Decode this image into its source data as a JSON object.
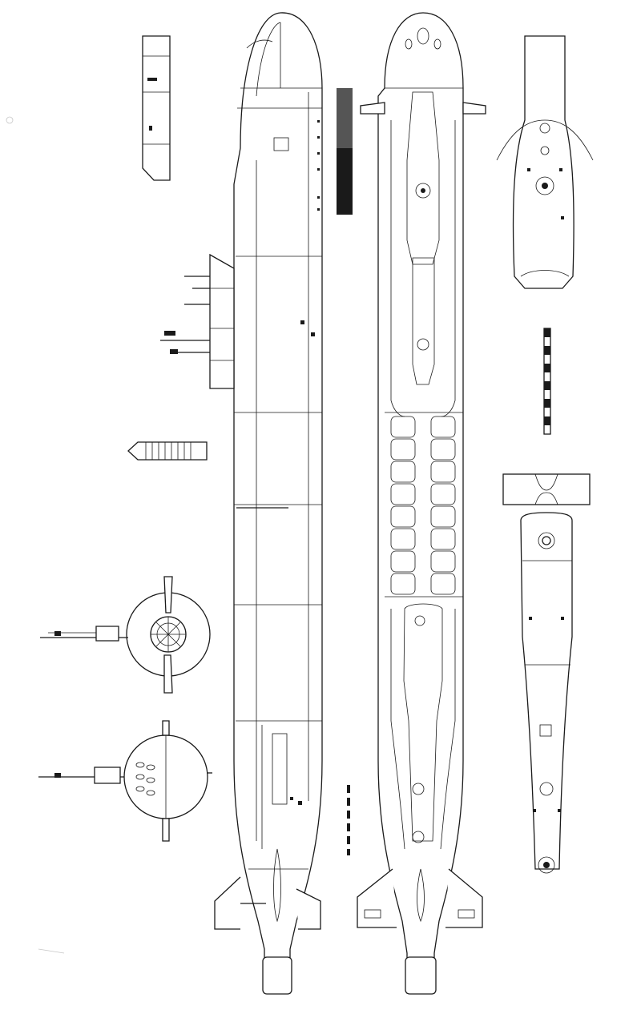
{
  "drawing": {
    "subject": "submarine-general-arrangement",
    "views": [
      "side-profile",
      "top-deck-plan",
      "bow-detail-plan",
      "stern-detail-plan",
      "sail-profile",
      "stern-end-view",
      "bow-end-view",
      "missile-profile"
    ]
  },
  "colors": {
    "line": "#1a1a1a",
    "paper": "#ffffff",
    "scale_dark": "#1a1a1a",
    "scale_mid": "#555555"
  }
}
